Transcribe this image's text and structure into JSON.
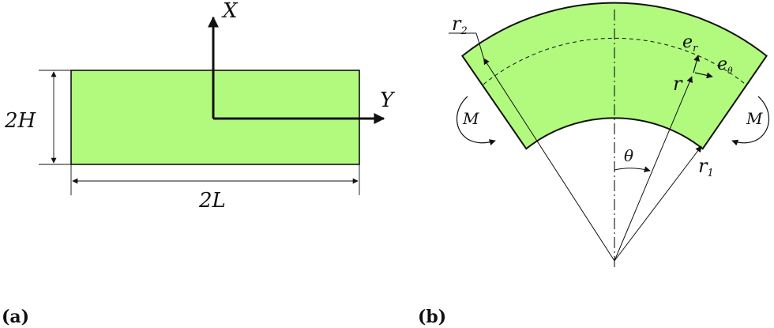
{
  "colors": {
    "fill": "#b1fa7e",
    "stroke": "#111111",
    "background": "#ffffff"
  },
  "panel_a": {
    "label": "(a)",
    "axis_x": "X",
    "axis_y": "Y",
    "height_dim": "2H",
    "length_dim": "2L"
  },
  "panel_b": {
    "label": "(b)",
    "r2": "r",
    "r2_sub": "2",
    "r1": "r",
    "r1_sub": "1",
    "r": "r",
    "theta": "θ",
    "er": "e",
    "er_sub": "r",
    "etheta": "e",
    "etheta_sub": "θ",
    "moment_left": "M",
    "moment_right": "M"
  }
}
